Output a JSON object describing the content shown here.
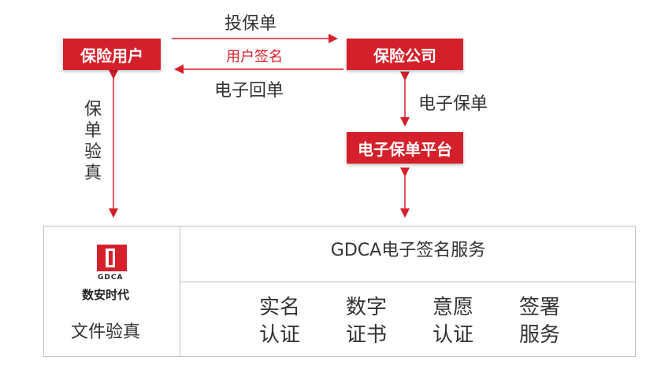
{
  "nodes": {
    "insurance_user": "保险用户",
    "insurance_company": "保险公司",
    "ebond_platform": "电子保单平台"
  },
  "edges": {
    "submit_policy": "投保单",
    "user_signature": "用户签名",
    "ereceipt": "电子回单",
    "ebond": "电子保单",
    "policy_verify": [
      "保",
      "单",
      "验",
      "真"
    ]
  },
  "panel": {
    "title": "GDCA电子签名服务",
    "logo_small": "GDCA",
    "logo_cn": "数安时代",
    "file_verify": "文件验真",
    "services": [
      {
        "line1": "实名",
        "line2": "认证"
      },
      {
        "line1": "数字",
        "line2": "证书"
      },
      {
        "line1": "意愿",
        "line2": "认证"
      },
      {
        "line1": "签署",
        "line2": "服务"
      }
    ]
  },
  "colors": {
    "accent": "#d4202a",
    "border": "#bfbfbf",
    "text": "#333333"
  }
}
